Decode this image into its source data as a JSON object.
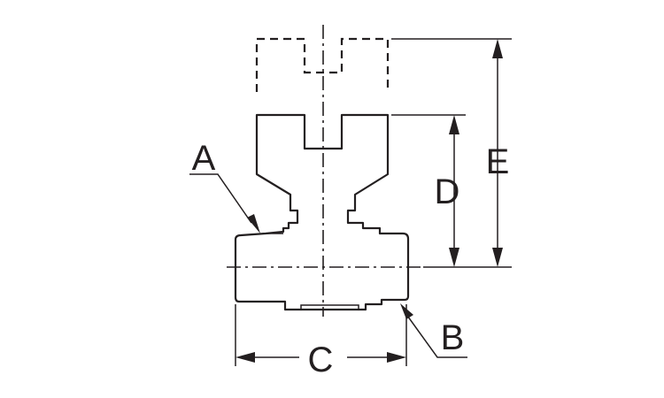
{
  "labels": {
    "a": "A",
    "b": "B",
    "c": "C",
    "d": "D",
    "e": "E"
  },
  "colors": {
    "line": "#231f20",
    "background": "#ffffff"
  }
}
